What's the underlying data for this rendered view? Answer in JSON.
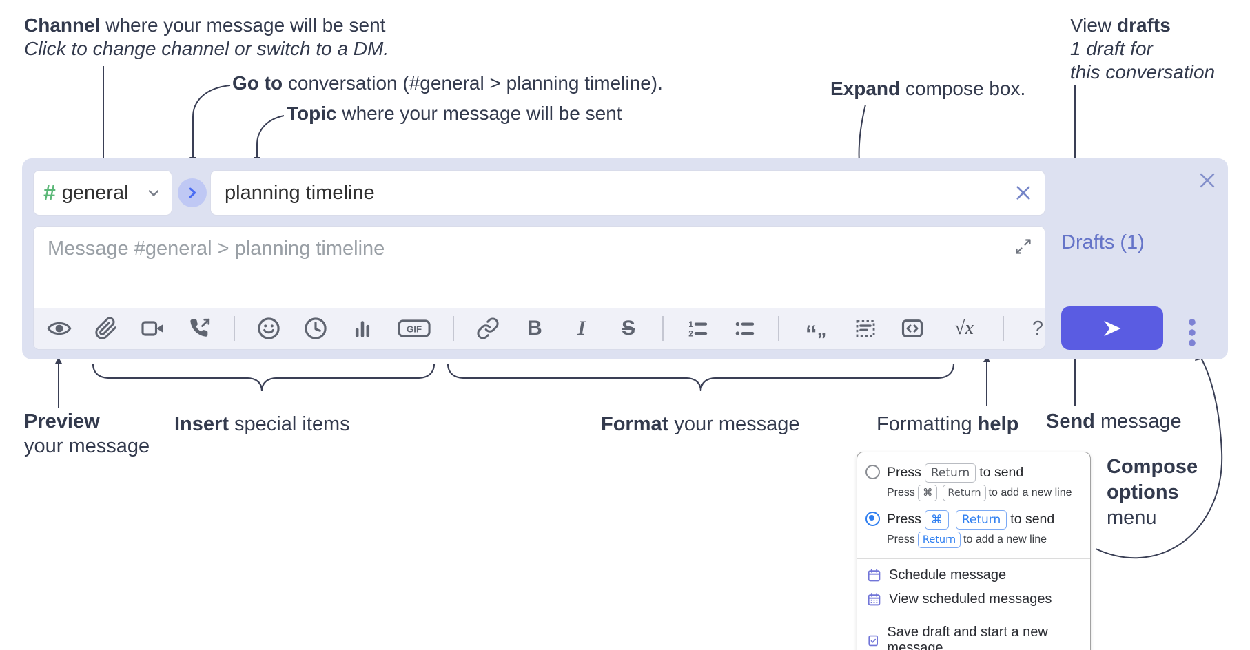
{
  "colors": {
    "compose_bg": "#dde1f1",
    "toolbar_bg": "#f0f1f8",
    "icon_gray": "#5f6470",
    "hash_green": "#5cb878",
    "send_button": "#5a5ce2",
    "drafts_link": "#6574c8",
    "kbd_blue": "#2e7ef0",
    "menu_icon_purple": "#7175d8",
    "annotation_ink": "#333a4d"
  },
  "annotations": {
    "channel": {
      "bold": "Channel",
      "rest": " where your message will be sent",
      "line2": "Click to change channel or switch to a DM."
    },
    "goto": {
      "bold": "Go to",
      "rest": " conversation (#general > planning timeline)."
    },
    "topic": {
      "bold": "Topic",
      "rest": " where your message will be sent"
    },
    "expand": {
      "bold": "Expand",
      "rest": " compose box."
    },
    "drafts": {
      "pre": "View ",
      "bold": "drafts",
      "line2": "1 draft for",
      "line3": "this conversation"
    },
    "preview": {
      "bold": "Preview",
      "line2": "your message"
    },
    "insert": {
      "bold": "Insert",
      "rest": " special items"
    },
    "format": {
      "bold": "Format",
      "rest": " your message"
    },
    "help": {
      "pre": "Formatting ",
      "bold": "help"
    },
    "send": {
      "bold": "Send",
      "rest": " message"
    },
    "compose_options": {
      "line1": "Compose",
      "line2": "options",
      "line3": "menu"
    }
  },
  "compose": {
    "channel_hash": "#",
    "channel_name": "general",
    "topic_value": "planning timeline",
    "message_placeholder": "Message #general > planning timeline",
    "drafts_label": "Drafts (1)",
    "toolbar": {
      "icons": [
        "preview",
        "attach-file",
        "video-call",
        "voice-call",
        "emoji",
        "global-time",
        "poll",
        "gif",
        "link",
        "bold",
        "italic",
        "strikethrough",
        "numbered-list",
        "bulleted-list",
        "quote",
        "spoiler",
        "code",
        "math",
        "help"
      ],
      "gif_label": "GIF",
      "bold_label": "B",
      "italic_label": "I",
      "strike_label": "S",
      "math_label": "√x",
      "help_label": "?",
      "quote_open": "“",
      "quote_close": "”"
    }
  },
  "popup": {
    "option_return": {
      "pre": "Press",
      "key": "Return",
      "post": "to send",
      "sub_pre": "Press",
      "sub_key1": "⌘",
      "sub_key2": "Return",
      "sub_post": "to add a new line",
      "selected_label": "unselected"
    },
    "option_cmd_return": {
      "pre": "Press",
      "key1": "⌘",
      "key2": "Return",
      "post": "to send",
      "sub_pre": "Press",
      "sub_key": "Return",
      "sub_post": "to add a new line",
      "selected_label": "selected"
    },
    "items": [
      {
        "label": "Schedule message",
        "icon": "calendar-icon"
      },
      {
        "label": "View scheduled messages",
        "icon": "calendar-grid-icon"
      },
      {
        "label": "Save draft and start a new message",
        "icon": "save-draft-icon"
      }
    ]
  }
}
